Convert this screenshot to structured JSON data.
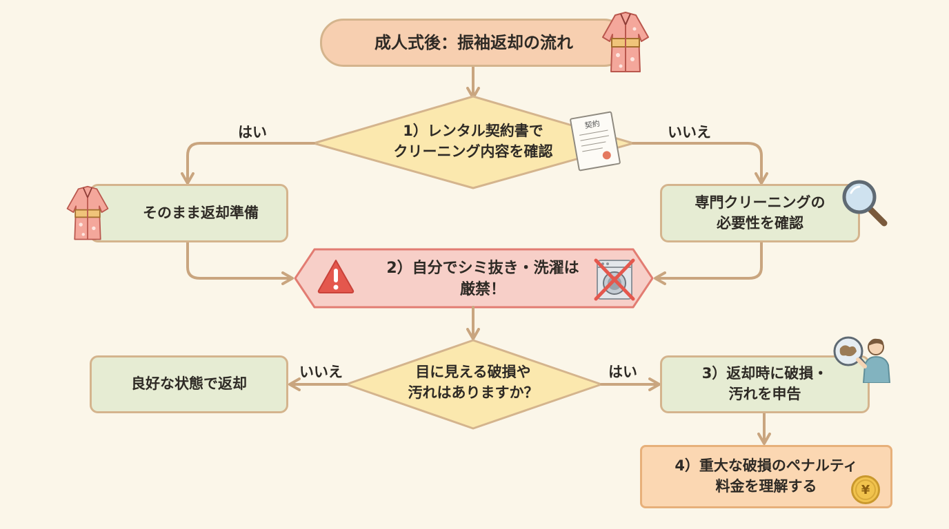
{
  "title": "成人式後：振袖返却の流れ",
  "step1": {
    "line1": "1）レンタル契約書で",
    "line2": "クリーニング内容を確認"
  },
  "contract_icon_text": "契約",
  "branch_yes_1": "はい",
  "branch_no_1": "いいえ",
  "return_ready": "そのまま返却準備",
  "check_cleaning": {
    "line1": "専門クリーニングの",
    "line2": "必要性を確認"
  },
  "warning": {
    "line1": "2）自分でシミ抜き・洗濯は",
    "line2": "厳禁！"
  },
  "step_damage": {
    "line1": "目に見える破損や",
    "line2": "汚れはありますか？"
  },
  "branch_no_2": "いいえ",
  "branch_yes_2": "はい",
  "good_return": "良好な状態で返却",
  "report": {
    "line1": "3）返却時に破損・",
    "line2": "汚れを申告"
  },
  "penalty": {
    "line1": "4）重大な破損のペナルティ",
    "line2": "料金を理解する"
  },
  "yen_symbol": "¥",
  "colors": {
    "connector": "#c9a57f",
    "box_fill": "#e6ecd3",
    "title_fill": "#f7cfb0",
    "diamond_fill": "#fbe8ae",
    "warning_fill": "#f7cfc8",
    "warning_border": "#e27c72",
    "penalty_fill": "#fbd7b2"
  }
}
